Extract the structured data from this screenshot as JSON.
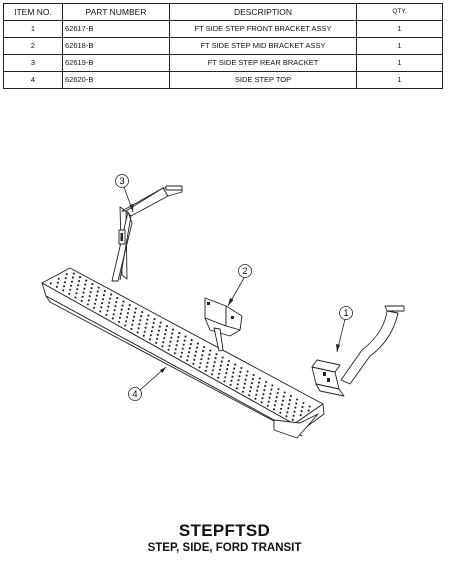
{
  "bom": {
    "headers": {
      "item": "ITEM NO.",
      "part": "PART NUMBER",
      "description": "DESCRIPTION",
      "qty": "QTY."
    },
    "rows": [
      {
        "item": "1",
        "part": "62617-B",
        "description": "FT SIDE STEP FRONT BRACKET ASSY",
        "qty": "1"
      },
      {
        "item": "2",
        "part": "62618-B",
        "description": "FT SIDE STEP MID BRACKET ASSY",
        "qty": "1"
      },
      {
        "item": "3",
        "part": "62619-B",
        "description": "FT SIDE STEP REAR BRACKET",
        "qty": "1"
      },
      {
        "item": "4",
        "part": "62620-B",
        "description": "SIDE STEP TOP",
        "qty": "1"
      }
    ]
  },
  "drawing": {
    "balloons": {
      "b1": "1",
      "b2": "2",
      "b3": "3",
      "b4": "4"
    }
  },
  "title": {
    "part_code": "STEPFTSD",
    "name": "STEP, SIDE, FORD TRANSIT"
  }
}
